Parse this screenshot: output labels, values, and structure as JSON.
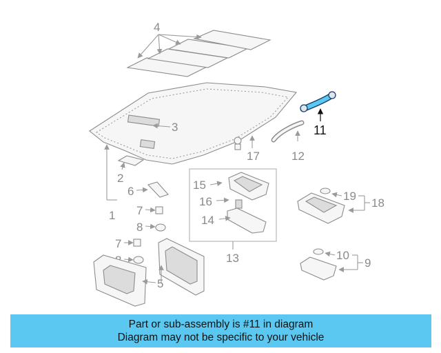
{
  "callouts": {
    "c1": "1",
    "c2": "2",
    "c3": "3",
    "c4": "4",
    "c5": "5",
    "c6": "6",
    "c7a": "7",
    "c7b": "7",
    "c8a": "8",
    "c8b": "8",
    "c9": "9",
    "c10": "10",
    "c11": "11",
    "c12": "12",
    "c13": "13",
    "c14": "14",
    "c15": "15",
    "c16": "16",
    "c17": "17",
    "c18": "18",
    "c19": "19"
  },
  "highlight_color": "#5ac8f0",
  "banner": {
    "line1": "Part or sub-assembly is #11 in diagram",
    "line2": "Diagram may not be specific to your vehicle"
  }
}
